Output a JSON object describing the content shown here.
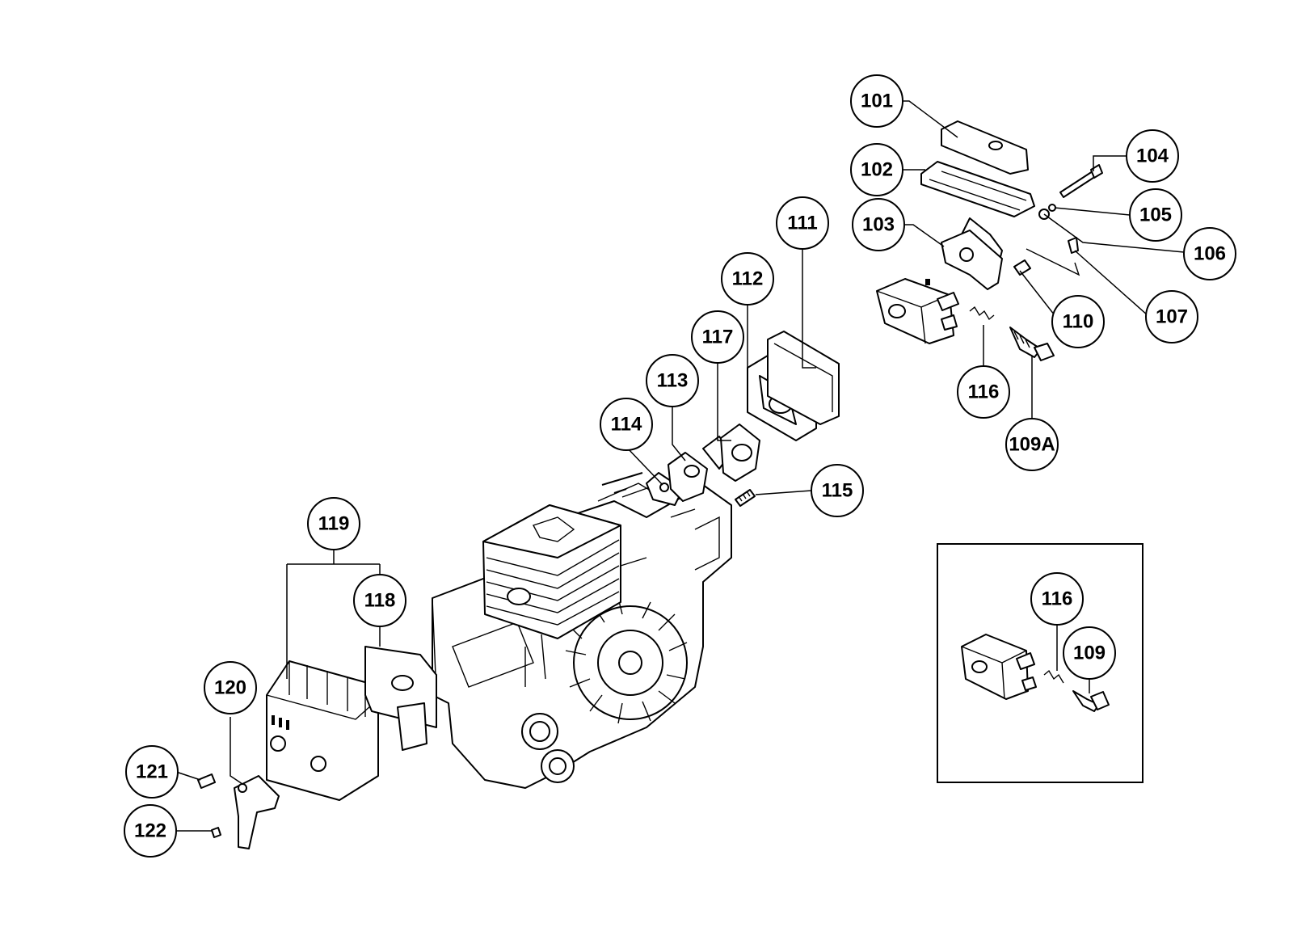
{
  "colors": {
    "line": "#000000",
    "background": "#ffffff"
  },
  "callouts": {
    "c101": "101",
    "c102": "102",
    "c103": "103",
    "c104": "104",
    "c105": "105",
    "c106": "106",
    "c107": "107",
    "c109": "109",
    "c109a": "109A",
    "c110": "110",
    "c111": "111",
    "c112": "112",
    "c113": "113",
    "c114": "114",
    "c115": "115",
    "c116": "116",
    "c116b": "116",
    "c117": "117",
    "c118": "118",
    "c119": "119",
    "c120": "120",
    "c121": "121",
    "c122": "122"
  }
}
